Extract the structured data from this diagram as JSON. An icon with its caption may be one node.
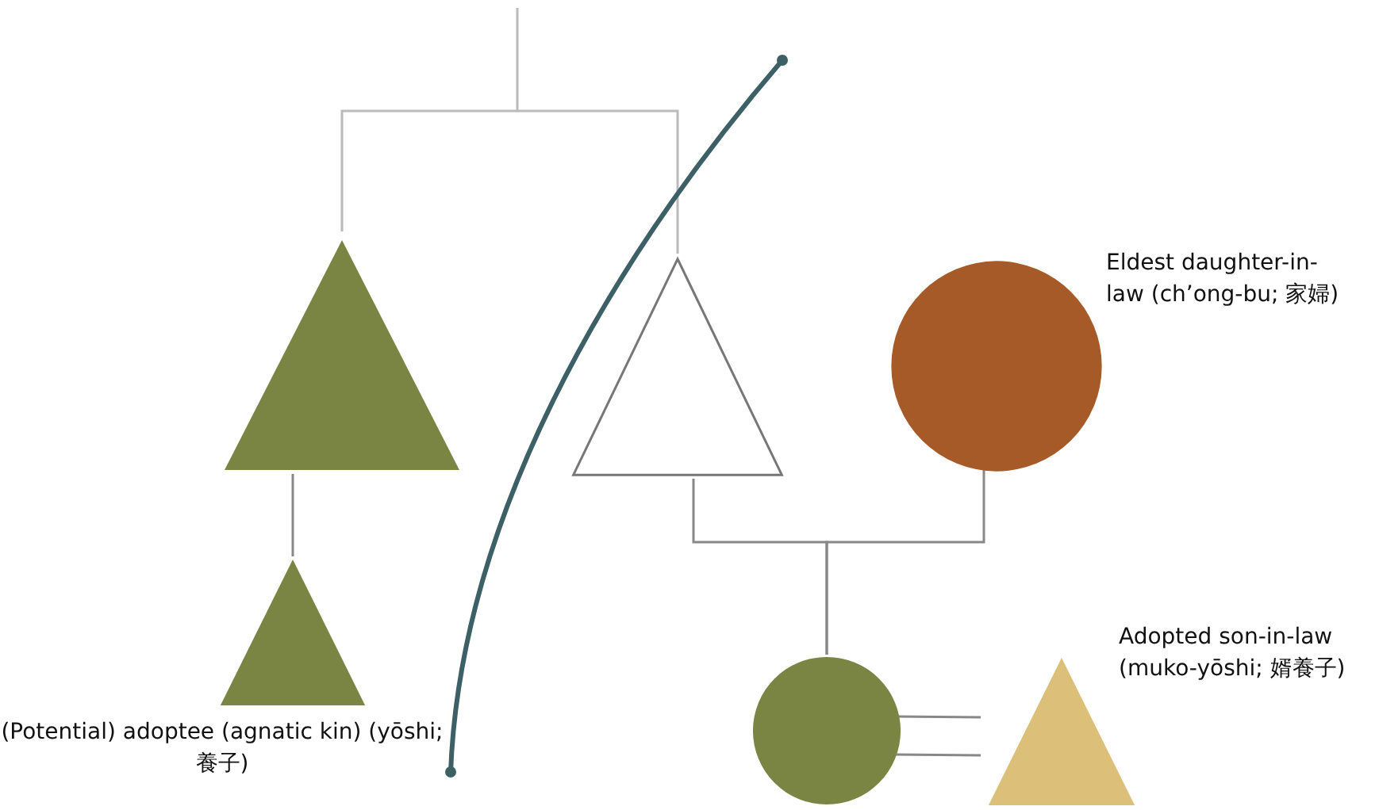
{
  "diagram": {
    "nodes": [
      {
        "text": [],
        "shape": "triangle"
      },
      {
        "text": [],
        "shape": "triangle"
      },
      {
        "text": [],
        "shape": "circle",
        "beside": [
          "Eldest daughter-in-law (ch’ong-bu; 家婦)"
        ]
      },
      {
        "text": [],
        "shape": "triangle",
        "beside": [
          "(Potential) adoptee (agnatic kin) (yōshi; 養子)"
        ]
      },
      {
        "text": [],
        "shape": "circle"
      },
      {
        "text": [],
        "shape": "triangle",
        "beside": [
          "Adopted son-in-law (muko-yōshi; 婿養子)"
        ]
      }
    ],
    "edges": [
      {
        "from": null,
        "to": 0,
        "arrow": "none"
      },
      {
        "from": null,
        "to": 1,
        "arrow": "none"
      },
      {
        "from": 0,
        "to": 3,
        "arrow": "none"
      },
      {
        "from": 1,
        "to": 4,
        "arrow": "none"
      },
      {
        "from": 2,
        "to": 4,
        "arrow": "none"
      },
      {
        "from": 4,
        "to": 5,
        "arrow": "none"
      },
      {
        "from": 4,
        "to": 5,
        "arrow": "none"
      }
    ]
  }
}
